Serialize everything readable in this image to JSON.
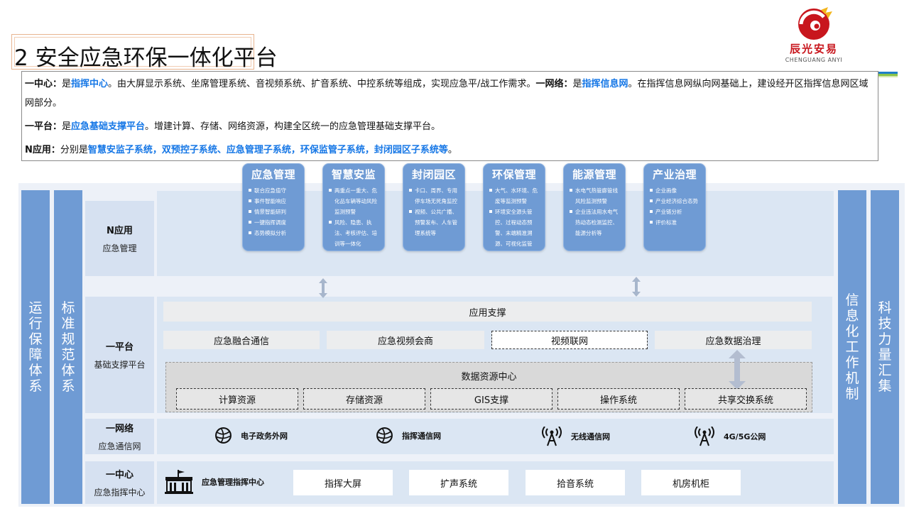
{
  "page": {
    "title": "2 安全应急环保一体化平台",
    "logo_text": "辰光安易",
    "logo_sub": "CHENGUANG ANYI"
  },
  "description": {
    "l1": {
      "a": "一中心：",
      "b": "是",
      "c": "指挥中心",
      "d": "。由大屏显示系统、坐席管理系统、音视频系统、扩音系统、中控系统等组成，实现应急平/战工作需求。",
      "e": "一网络：",
      "f": "是",
      "g": "指挥信息网",
      "h": "。在指挥信息网纵向网基础上，建设经开区指挥信息网区域网部分。"
    },
    "l2": {
      "a": "一平台：",
      "b": "是",
      "c": "应急基础支撑平台",
      "d": "。增建计算、存储、网络资源，构建全区统一的应急管理基础支撑平台。"
    },
    "l3": {
      "a": "N应用：",
      "b": "分别是",
      "c": "智慧安监子系统，双预控子系统、应急管理子系统，环保监管子系统，封闭园区子系统等",
      "d": "。"
    }
  },
  "side": {
    "left1": "运行保障体系",
    "left2": "标准规范体系",
    "right1": "信息化工作机制",
    "right2": "科技力量汇集"
  },
  "rows": {
    "app": {
      "name": "N应用",
      "sub": "应急管理"
    },
    "platform": {
      "name": "一平台",
      "sub": "基础支撑平台"
    },
    "network": {
      "name": "一网络",
      "sub": "应急通信网"
    },
    "center": {
      "name": "一中心",
      "sub": "应急指挥中心"
    }
  },
  "apps": [
    {
      "title": "应急管理",
      "items": [
        "联合应急值守",
        "事件智能响应",
        "情景智能研判",
        "一键指挥调度",
        "态势模拟分析"
      ]
    },
    {
      "title": "智慧安监",
      "items": [
        "两重点一重大、危化品车辆等动风险监测预警",
        "风险、隐患、执法、考核评估、培训等一体化"
      ]
    },
    {
      "title": "封闭园区",
      "items": [
        "卡口、周界、专用停车场无死角监控",
        "视频、公共广播、预警发布、人车管理系统等"
      ]
    },
    {
      "title": "环保管理",
      "items": [
        "大气、水环境、危废等监测预警",
        "环境安全源头管控、过程动态预警、末端精准溯源、可视化监管"
      ]
    },
    {
      "title": "能源管理",
      "items": [
        "水电气热管廊管线风险监测预警",
        "企业违法用水电气热动态检测监控、能源分析等"
      ]
    },
    {
      "title": "产业治理",
      "items": [
        "企业画像",
        "产业经济综合态势",
        "产业链分析",
        "评价标准"
      ]
    }
  ],
  "platform": {
    "support": "应用支撑",
    "row2": [
      "应急融合通信",
      "应急视频会商",
      "视频联网",
      "应急数据治理"
    ],
    "data_center": "数据资源中心",
    "resources": [
      "计算资源",
      "存储资源",
      "GIS支撑",
      "操作系统",
      "共享交换系统"
    ]
  },
  "network": {
    "items": [
      {
        "label": "电子政务外网",
        "icon": "globe-icon"
      },
      {
        "label": "指挥通信网",
        "icon": "globe-icon"
      },
      {
        "label": "无线通信网",
        "icon": "antenna-icon"
      },
      {
        "label": "4G/5G公网",
        "icon": "antenna-icon"
      }
    ]
  },
  "center": {
    "main": "应急管理指挥中心",
    "main_icon": "building-icon",
    "items": [
      "指挥大屏",
      "扩声系统",
      "拾音系统",
      "机房机柜"
    ]
  },
  "colors": {
    "accent_blue": "#6f9bd4",
    "highlight_text": "#1677e6",
    "logo_red": "#c8161d"
  }
}
